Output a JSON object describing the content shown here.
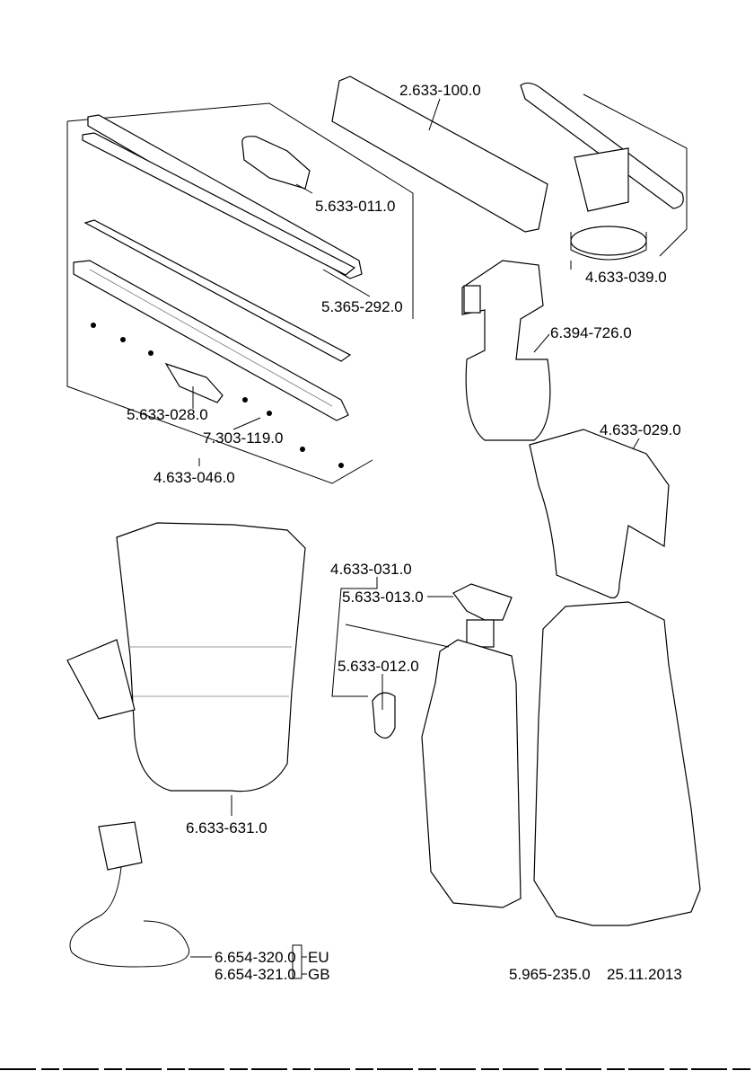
{
  "labels": {
    "squeegee_blade_wide": "2.633-100.0",
    "blade_clip": "5.633-011.0",
    "squeegee_head_kit": "4.633-039.0",
    "squeegee_rail": "5.365-292.0",
    "spray_bottle": "6.394-726.0",
    "handle_cover": "4.633-029.0",
    "small_blade": "5.633-028.0",
    "screws": "7.303-119.0",
    "nozzle_kit": "4.633-046.0",
    "tank_kit": "4.633-031.0",
    "tank_cap": "5.633-013.0",
    "tank_latch": "5.633-012.0",
    "bag": "6.633-631.0",
    "charger_eu": "6.654-320.0",
    "charger_eu_suffix": "EU",
    "charger_gb": "6.654-321.0",
    "charger_gb_suffix": "GB",
    "doc_number": "5.965-235.0",
    "doc_date": "25.11.2013"
  }
}
